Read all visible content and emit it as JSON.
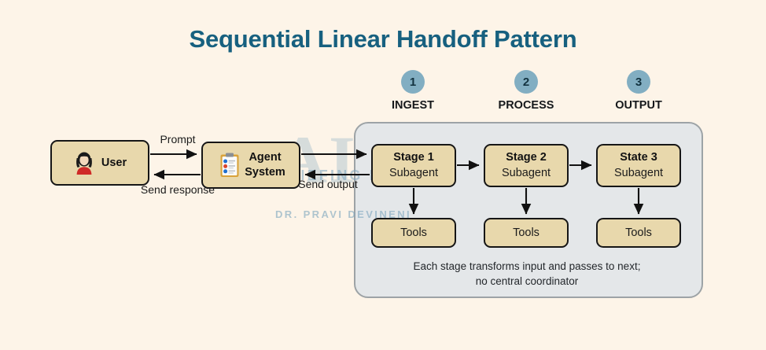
{
  "title": "Sequential Linear Handoff Pattern",
  "background_color": "#fdf4e8",
  "title_color": "#17607f",
  "accent_badge_color": "#82aec2",
  "box_fill_color": "#e8d8ac",
  "panel_fill_color": "#e4e7e9",
  "watermark": {
    "mark": "AI",
    "line1": "BRIEFING ROOM",
    "line2": "DR. PRAVI DEVINENI"
  },
  "steps": [
    {
      "number": "1",
      "label": "INGEST"
    },
    {
      "number": "2",
      "label": "PROCESS"
    },
    {
      "number": "3",
      "label": "OUTPUT"
    }
  ],
  "nodes": {
    "user": {
      "label": "User",
      "icon": "woman-emoji"
    },
    "agent": {
      "line1": "Agent",
      "line2": "System",
      "icon": "clipboard-emoji"
    }
  },
  "stages": [
    {
      "title": "Stage 1",
      "subtitle": "Subagent",
      "tools": "Tools"
    },
    {
      "title": "Stage 2",
      "subtitle": "Subagent",
      "tools": "Tools"
    },
    {
      "title": "State 3",
      "subtitle": "Subagent",
      "tools": "Tools"
    }
  ],
  "arrow_labels": {
    "prompt": "Prompt",
    "send_response": "Send response",
    "send_output": "Send output"
  },
  "caption": {
    "line1": "Each stage transforms input and passes to next;",
    "line2": "no central coordinator"
  }
}
